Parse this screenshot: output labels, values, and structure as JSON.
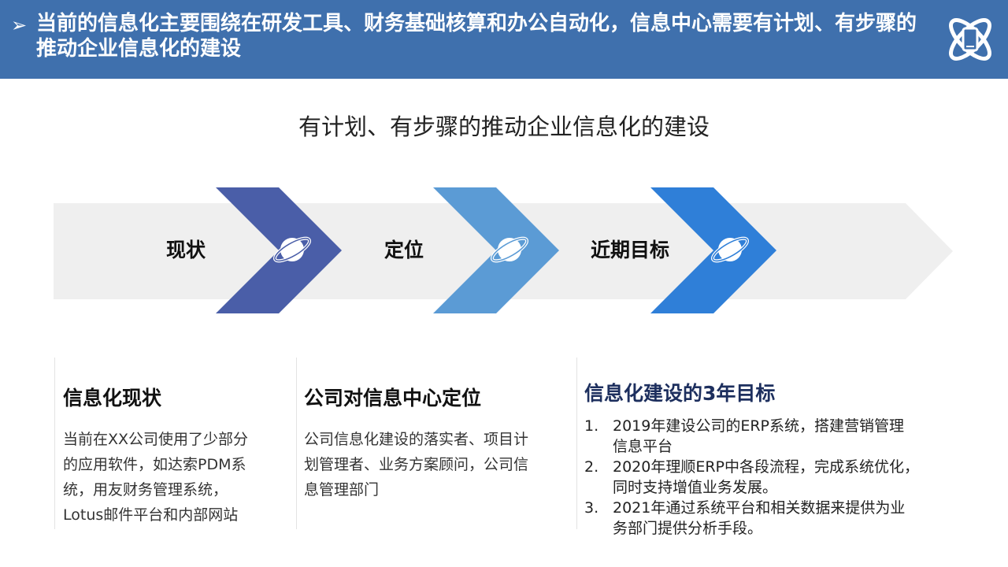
{
  "header": {
    "bullet": "➢",
    "title": "当前的信息化主要围绕在研发工具、财务基础核算和办公自动化，信息中心需要有计划、有步骤的推动企业信息化的建设",
    "logo_icon": "atom-phone-icon"
  },
  "subtitle": "有计划、有步骤的推动企业信息化的建设",
  "colors": {
    "header_bg": "#3f70ad",
    "band": "#efefef",
    "chevron1": "#4a5ea8",
    "chevron2": "#5b9bd5",
    "chevron3": "#2f7fd8"
  },
  "stages": [
    {
      "label": "现状",
      "icon": "planet-icon"
    },
    {
      "label": "定位",
      "icon": "planet-icon"
    },
    {
      "label": "近期目标",
      "icon": "planet-icon"
    }
  ],
  "columns": [
    {
      "title": "信息化现状",
      "lines": [
        "当前在XX公司使用了少部分",
        "的应用软件，如达索PDM系",
        "统，用友财务管理系统，",
        "Lotus邮件平台和内部网站"
      ]
    },
    {
      "title": "公司对信息中心定位",
      "lines": [
        "公司信息化建设的落实者、项目计",
        "划管理者、业务方案顾问，公司信",
        "息管理部门"
      ]
    },
    {
      "title": "信息化建设的3年目标",
      "goals": [
        {
          "num": "1.",
          "lines": [
            "2019年建设公司的ERP系统，搭建营销管理",
            "信息平台"
          ]
        },
        {
          "num": "2.",
          "lines": [
            "2020年理顺ERP中各段流程，完成系统优化，",
            "同时支持增值业务发展。"
          ]
        },
        {
          "num": "3.",
          "lines": [
            "2021年通过系统平台和相关数据来提供为业",
            "务部门提供分析手段。"
          ]
        }
      ]
    }
  ]
}
